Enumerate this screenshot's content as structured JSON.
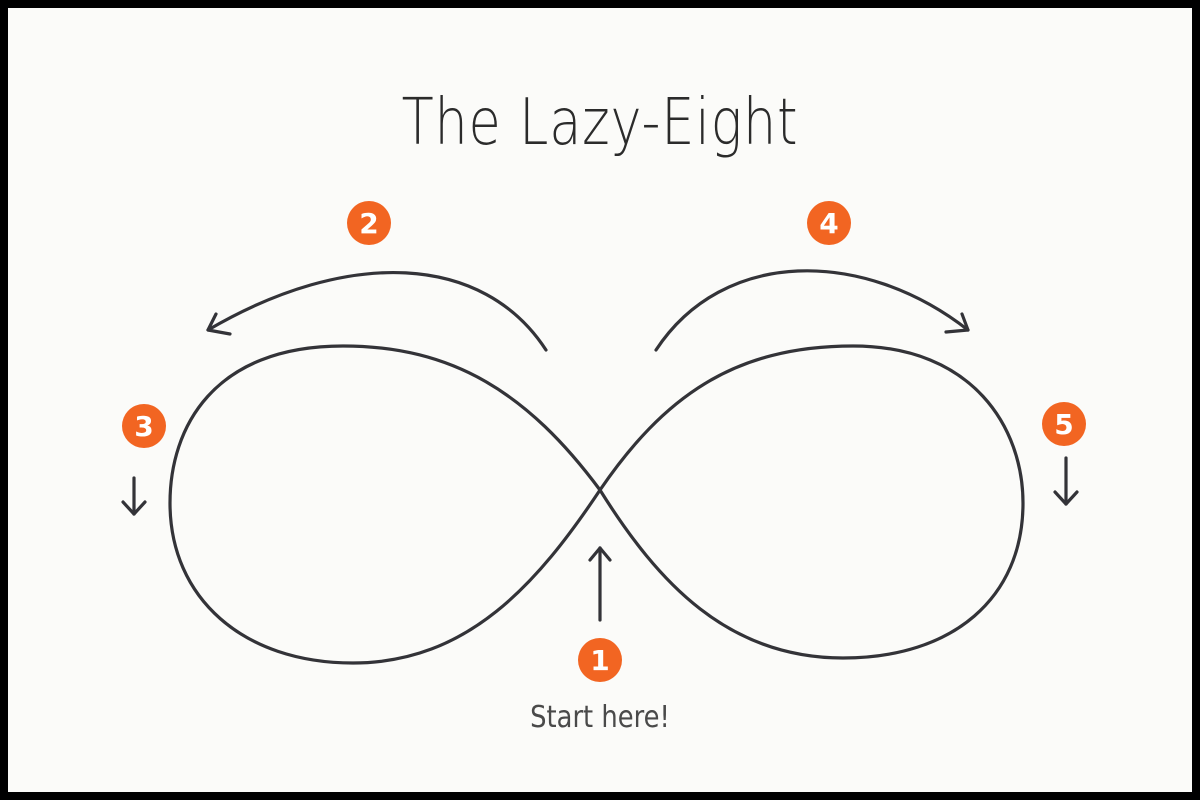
{
  "title": "The Lazy-Eight",
  "caption": "Start here!",
  "colors": {
    "badge": "#f26522",
    "stroke": "#333338",
    "background": "#fbfbf9",
    "border": "#000000"
  },
  "steps": [
    {
      "label": "1"
    },
    {
      "label": "2"
    },
    {
      "label": "3"
    },
    {
      "label": "4"
    },
    {
      "label": "5"
    }
  ]
}
